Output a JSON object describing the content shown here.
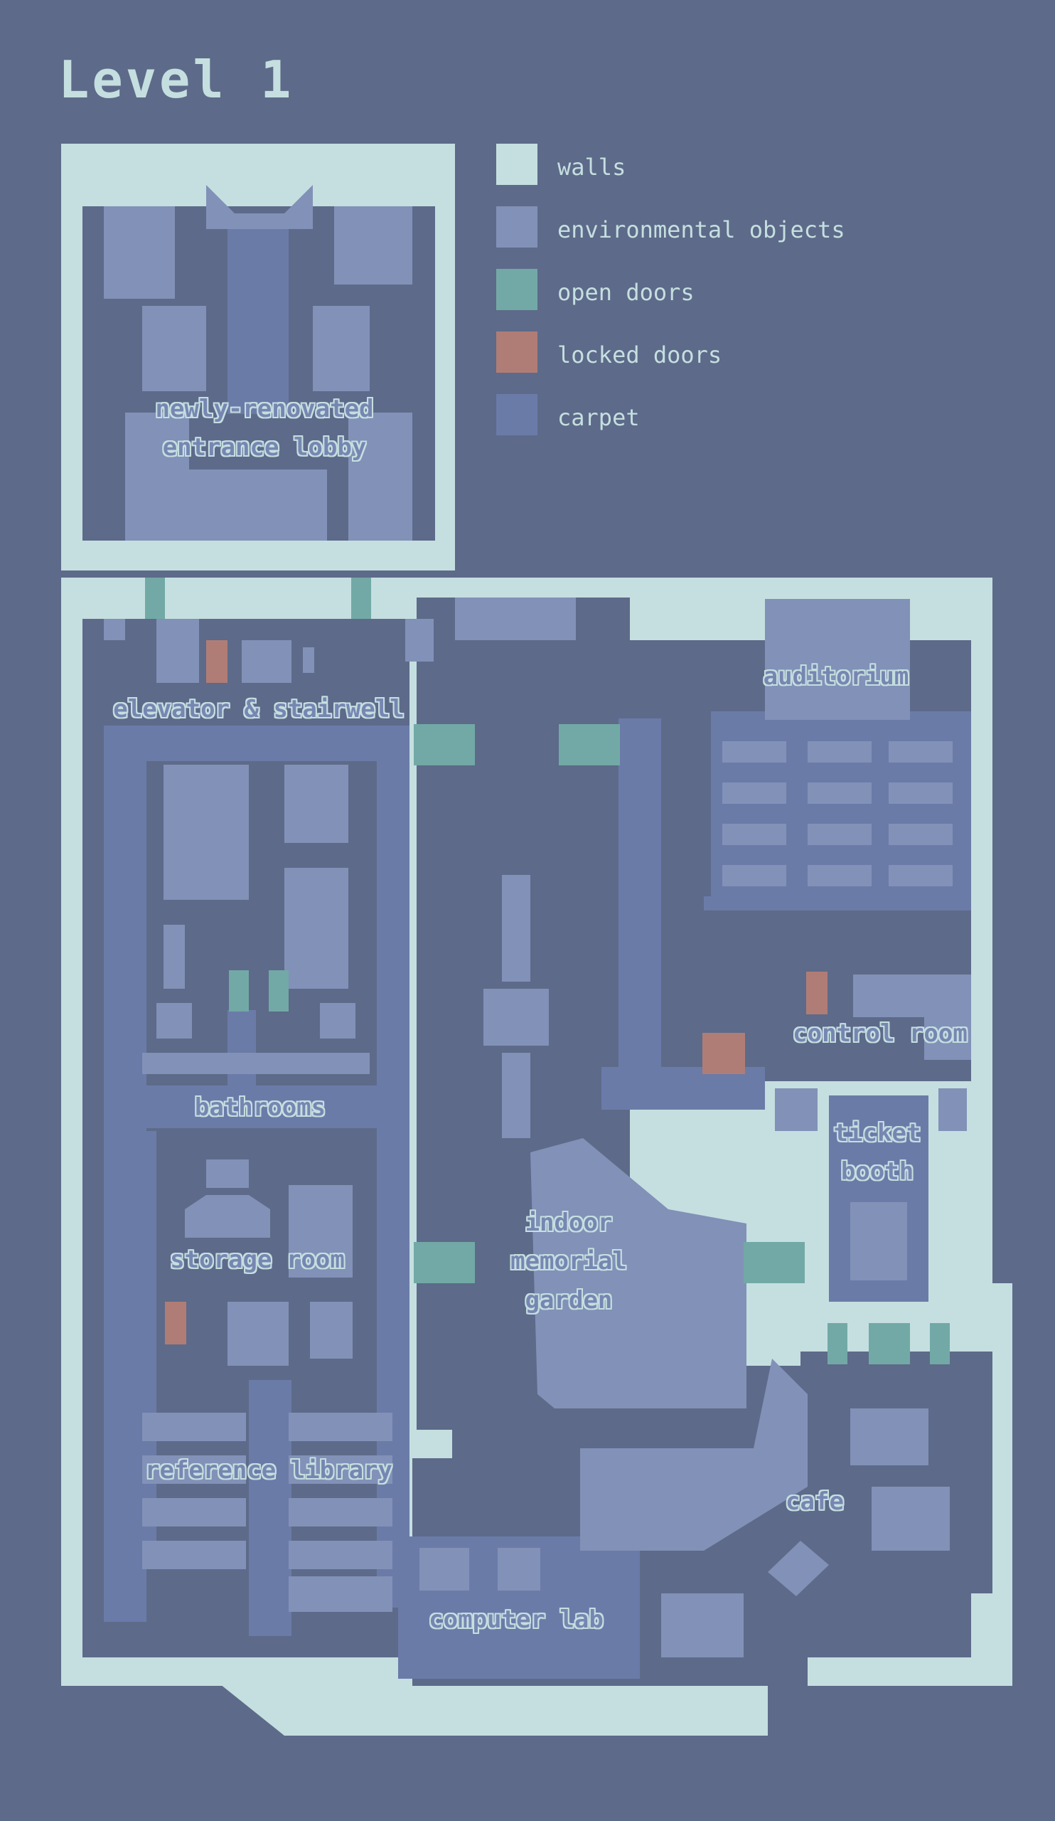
{
  "title": "Level 1",
  "colors": {
    "background": "#5d6a89",
    "walls": "#c5dfe0",
    "environmental_objects": "#8291b7",
    "open_doors": "#72a9a6",
    "locked_doors": "#b07d76",
    "carpet": "#6b7ba8",
    "floor": "#5d6a89"
  },
  "legend": [
    {
      "label": "walls",
      "color": "#c5dfe0"
    },
    {
      "label": "environmental objects",
      "color": "#8291b7"
    },
    {
      "label": "open doors",
      "color": "#72a9a6"
    },
    {
      "label": "locked doors",
      "color": "#b07d76"
    },
    {
      "label": "carpet",
      "color": "#6b7ba8"
    }
  ],
  "rooms": {
    "lobby": "newly-renovated\nentrance lobby",
    "elevator": "elevator & stairwell",
    "auditorium": "auditorium",
    "control_room": "control room",
    "bathrooms": "bathrooms",
    "ticket_booth": "ticket\nbooth",
    "garden": "indoor\nmemorial\ngarden",
    "storage": "storage room",
    "library": "reference library",
    "cafe": "cafe",
    "computer_lab": "computer lab"
  }
}
